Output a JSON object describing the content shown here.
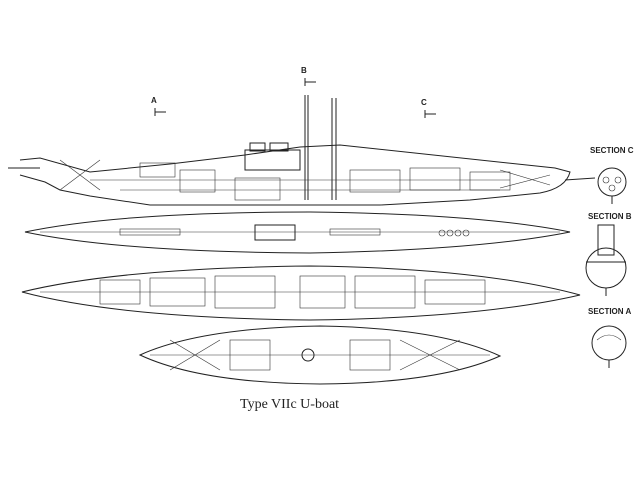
{
  "caption": "Type VIIc U-boat",
  "section_markers": {
    "a": "A",
    "b": "B",
    "c": "C"
  },
  "section_labels": {
    "c": "SECTION C",
    "b": "SECTION B",
    "a": "SECTION A"
  }
}
